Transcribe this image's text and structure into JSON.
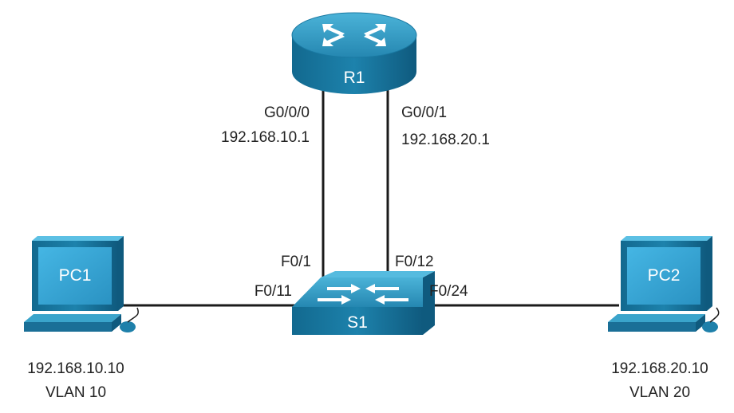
{
  "colors": {
    "device_dark": "#0f5f84",
    "device_mid": "#1a7aa3",
    "device_light": "#2a93bd",
    "device_top": "#3aa4cb",
    "screen": "#35a7d8",
    "cable": "#1b1b1b",
    "label_text": "#232323"
  },
  "devices": {
    "router": {
      "name": "R1",
      "icon": "router-icon"
    },
    "switch": {
      "name": "S1",
      "icon": "switch-icon"
    },
    "pc1": {
      "name": "PC1",
      "icon": "pc-icon",
      "ip": "192.168.10.10",
      "vlan": "VLAN 10"
    },
    "pc2": {
      "name": "PC2",
      "icon": "pc-icon",
      "ip": "192.168.20.10",
      "vlan": "VLAN 20"
    }
  },
  "router_ports": {
    "g000": {
      "name": "G0/0/0",
      "ip": "192.168.10.1"
    },
    "g001": {
      "name": "G0/0/1",
      "ip": "192.168.20.1"
    }
  },
  "switch_ports": {
    "f01": "F0/1",
    "f012": "F0/12",
    "f011": "F0/11",
    "f024": "F0/24"
  }
}
